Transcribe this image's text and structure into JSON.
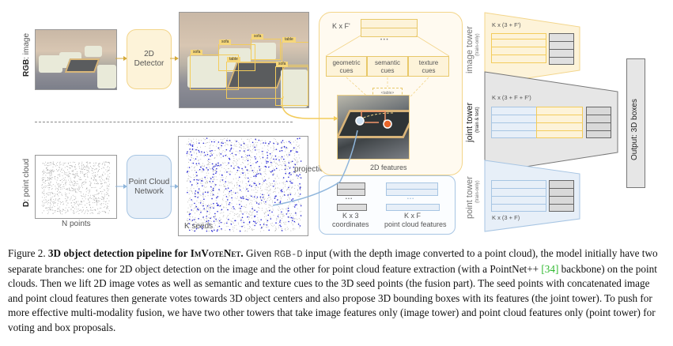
{
  "figure": {
    "rgb_branch": {
      "side_label_bold": "RGB",
      "side_label_rest": ": image",
      "detector_label_line1": "2D",
      "detector_label_line2": "Detector",
      "detections": [
        {
          "label": "sofa"
        },
        {
          "label": "sofa"
        },
        {
          "label": "sofa"
        },
        {
          "label": "table"
        },
        {
          "label": "table"
        },
        {
          "label": "sofa"
        }
      ]
    },
    "pc_branch": {
      "side_label_bold": "D",
      "side_label_rest": ": point cloud",
      "input_caption": "N points",
      "network_label_line1": "Point Cloud",
      "network_label_line2": "Network",
      "seeds_caption": "K seeds",
      "projection_label": "projection"
    },
    "features_2d": {
      "vector_label": "K x F'",
      "ellipsis": "• • •",
      "cues": [
        {
          "line1": "geometric",
          "line2": "cues"
        },
        {
          "line1": "semantic",
          "line2": "cues"
        },
        {
          "line1": "texture",
          "line2": "cues"
        }
      ],
      "class_tag": "<table>",
      "caption": "2D features"
    },
    "seed_features": {
      "coords_size": "K x 3",
      "coords_label": "coordinates",
      "feat_size": "K x F",
      "feat_label": "point cloud features",
      "ellipsis": "• • •"
    },
    "towers": {
      "image": {
        "name": "image tower",
        "note": "(train-only)",
        "dims": "K x (3 + F')"
      },
      "joint": {
        "name": "joint tower",
        "note": "(train & test)",
        "dims": "K x (3 + F + F')"
      },
      "point": {
        "name": "point tower",
        "note": "(train-only)",
        "dims": "K x (3 + F)"
      }
    },
    "output_label": "Output: 3D boxes",
    "colors": {
      "yellow_fill": "#fdf3d9",
      "yellow_stroke": "#f3d58a",
      "blue_fill": "#e7eff8",
      "blue_stroke": "#a7c5e3",
      "gray_fill": "#e6e6e6",
      "seed_dot": "#2b2bd6",
      "vote_orange": "#e8652a",
      "citation_green": "#2eb82e"
    }
  },
  "caption": {
    "figure_no": "Figure 2.",
    "title_bold": "3D object detection pipeline for",
    "model_name": "ImVoteNet.",
    "text_1": " Given ",
    "input_mono": "RGB-D",
    "text_2": " input (with the depth image converted to a point cloud), the model initially have two separate branches: one for 2D object detection on the image and the other for point cloud feature extraction (with a PointNet++ ",
    "cite": "[34]",
    "text_3": " backbone) on the point clouds. Then we lift 2D image votes as well as semantic and texture cues to the 3D seed points (the fusion part). The seed points with concatenated image and point cloud features then generate votes towards 3D object centers and also propose 3D bounding boxes with its features (the joint tower). To push for more effective multi-modality fusion, we have two other towers that take image features only (image tower) and point cloud features only (point tower) for voting and box proposals."
  }
}
